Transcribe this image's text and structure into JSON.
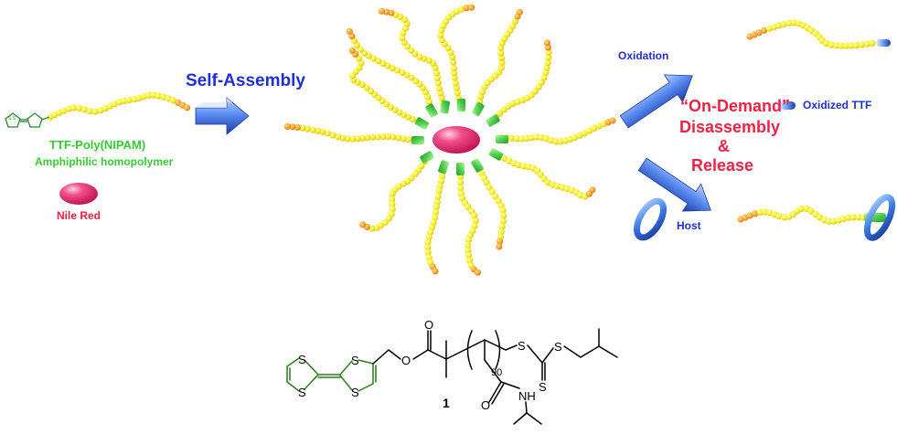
{
  "labels": {
    "ttf_polymer": "TTF-Poly(NIPAM)",
    "amphiphilic": "Amphiphilic homopolymer",
    "nile_red": "Nile Red",
    "self_assembly": "Self-Assembly",
    "oxidation": "Oxidation",
    "oxidized_ttf": "Oxidized TTF",
    "on_demand": "“On-Demand”",
    "disassembly": "Disassembly",
    "ampersand": "&",
    "release": "Release",
    "host": "Host"
  },
  "molecule": {
    "subscript": "90",
    "compound_number": "1",
    "atoms": {
      "s1": "S",
      "s2": "S",
      "s3": "S",
      "s4": "S",
      "o1": "O",
      "o2": "O",
      "o3": "O",
      "s5": "S",
      "s6": "S",
      "s7": "S",
      "nh": "NH"
    }
  },
  "colors": {
    "green": "#33cc33",
    "blue_text": "#1f2fd0",
    "red_text": "#ee2244",
    "bead": "#f3f02a",
    "bead_edge": "#f0a030",
    "arrow": "#3a6fd8",
    "nile_red": "#e8336f"
  }
}
